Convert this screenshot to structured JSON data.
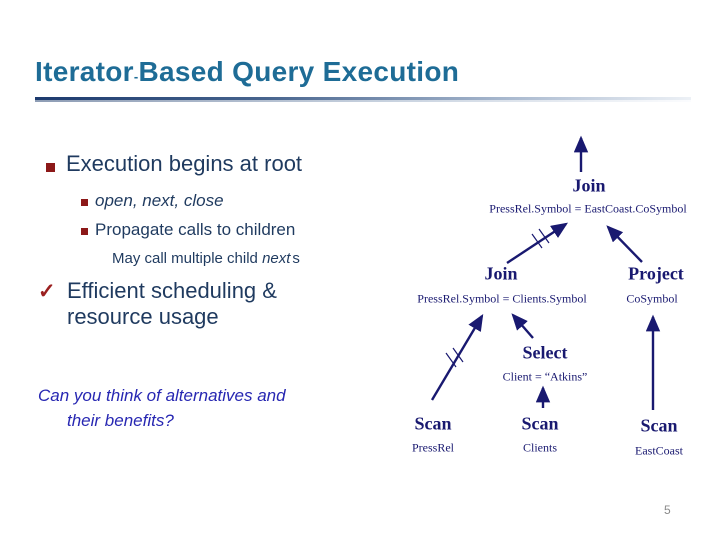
{
  "slide": {
    "title_part1": "Iterator",
    "title_hyphen": "-",
    "title_part2": "Based Query Execution",
    "page_number": "5"
  },
  "content": {
    "bullet1": "Execution begins at root",
    "sub_bullet1": "open, next, close",
    "sub_bullet2": "Propagate calls to children",
    "note": {
      "prefix": "May call multiple child ",
      "italic": "next",
      "suffix": "s"
    },
    "check": {
      "mark": "✓",
      "line1": "Efficient scheduling &",
      "line2": "resource usage"
    },
    "question": {
      "line1": "Can you think of alternatives and",
      "line2": "their benefits?"
    }
  },
  "diagram": {
    "nodes": [
      {
        "name": "Join",
        "caption": "PressRel.Symbol = EastCoast.CoSymbol"
      },
      {
        "name": "Join",
        "caption": "PressRel.Symbol = Clients.Symbol"
      },
      {
        "name": "Project",
        "caption": "CoSymbol"
      },
      {
        "name": "Select",
        "caption": "Client = “Atkins”"
      },
      {
        "name": "Scan",
        "caption": "PressRel"
      },
      {
        "name": "Scan",
        "caption": "Clients"
      },
      {
        "name": "Scan",
        "caption": "EastCoast"
      }
    ],
    "edges": [
      "join-top -> output",
      "join-mid -> join-top",
      "project -> join-top",
      "scan-pressrel -> join-mid",
      "select -> join-mid",
      "scan-clients -> select",
      "scan-eastcoast -> project"
    ]
  },
  "colors": {
    "title": "#1E6C96",
    "body_text": "#1F3A5F",
    "bullet_marker": "#8C1818",
    "checkmark": "#9B2020",
    "question_text": "#2727B2",
    "diagram": "#191970",
    "page_number": "#8A8A8A"
  }
}
